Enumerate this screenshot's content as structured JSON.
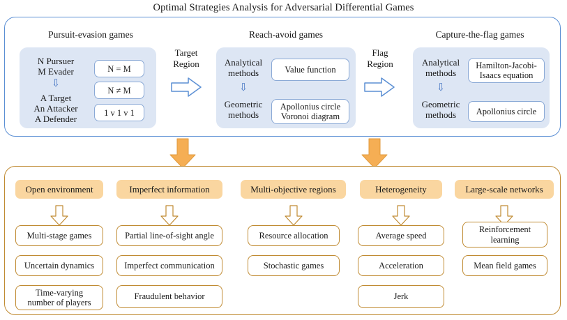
{
  "title": "Optimal Strategies Analysis for Adversarial Differential Games",
  "colors": {
    "top_border": "#5b8fd4",
    "bottom_border": "#c08b33",
    "blue_panel": "#dde6f4",
    "orange_header": "#fad6a0",
    "orange_arrow": "#f5ae54"
  },
  "top": {
    "groups": [
      {
        "title": "Pursuit-evasion games",
        "left_lines_top": "N Pursuer\nM Evader",
        "left_line_1": "N Pursuer",
        "left_line_2": "M Evader",
        "arrow_glyph": "⇩",
        "left_line_3": "A Target",
        "left_line_4": "An Attacker",
        "left_line_5": "A Defender",
        "boxes": [
          "N = M",
          "N ≠ M",
          "1 v 1 v 1"
        ]
      },
      {
        "title": "Reach-avoid games",
        "method_1": "Analytical\nmethods",
        "method_1_a": "Analytical",
        "method_1_b": "methods",
        "arrow_glyph": "⇩",
        "method_2_a": "Geometric",
        "method_2_b": "methods",
        "box_1": "Value function",
        "box_2_a": "Apollonius circle",
        "box_2_b": "Voronoi diagram"
      },
      {
        "title": "Capture-the-flag games",
        "method_1_a": "Analytical",
        "method_1_b": "methods",
        "arrow_glyph": "⇩",
        "method_2_a": "Geometric",
        "method_2_b": "methods",
        "box_1_a": "Hamilton-Jacobi-",
        "box_1_b": "Isaacs equation",
        "box_2": "Apollonius circle"
      }
    ],
    "connectors": [
      {
        "label_a": "Target",
        "label_b": "Region"
      },
      {
        "label_a": "Flag",
        "label_b": "Region"
      }
    ]
  },
  "bottom": {
    "columns": [
      {
        "header": "Open environment",
        "items": [
          {
            "line_a": "Multi-stage games",
            "line_b": ""
          },
          {
            "line_a": "Uncertain dynamics",
            "line_b": ""
          },
          {
            "line_a": "Time-varying",
            "line_b": "number of players"
          }
        ]
      },
      {
        "header": "Imperfect information",
        "items": [
          {
            "line_a": "Partial line-of-sight angle",
            "line_b": ""
          },
          {
            "line_a": "Imperfect communication",
            "line_b": ""
          },
          {
            "line_a": "Fraudulent behavior",
            "line_b": ""
          }
        ]
      },
      {
        "header": "Multi-objective regions",
        "items": [
          {
            "line_a": "Resource allocation",
            "line_b": ""
          },
          {
            "line_a": "Stochastic games",
            "line_b": ""
          }
        ]
      },
      {
        "header": "Heterogeneity",
        "items": [
          {
            "line_a": "Average speed",
            "line_b": ""
          },
          {
            "line_a": "Acceleration",
            "line_b": ""
          },
          {
            "line_a": "Jerk",
            "line_b": ""
          }
        ]
      },
      {
        "header": "Large-scale networks",
        "items": [
          {
            "line_a": "Reinforcement",
            "line_b": "learning"
          },
          {
            "line_a": "Mean field games",
            "line_b": ""
          }
        ]
      }
    ]
  }
}
